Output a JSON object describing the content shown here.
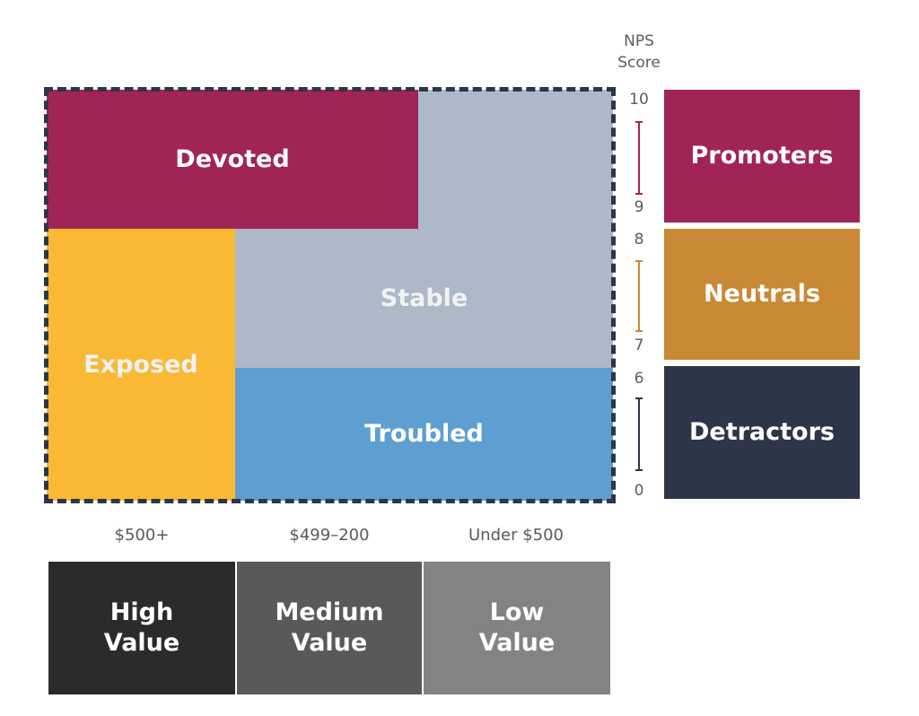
{
  "matrix": {
    "segments": {
      "devoted": "Devoted",
      "stable": "Stable",
      "exposed": "Exposed",
      "troubled": "Troubled"
    }
  },
  "nps_scale": {
    "title": "NPS\nScore",
    "ticks": {
      "t10": "10",
      "t9": "9",
      "t8": "8",
      "t7": "7",
      "t6": "6",
      "t0": "0"
    }
  },
  "nps_categories": {
    "promoters": "Promoters",
    "neutrals": "Neutrals",
    "detractors": "Detractors"
  },
  "spend_tiers": {
    "high_price": "$500+",
    "medium_price": "$499–200",
    "low_price": "Under $500",
    "high_value": "High\nValue",
    "medium_value": "Medium\nValue",
    "low_value": "Low\nValue"
  },
  "colors": {
    "devoted": "#a12456",
    "stable": "#adb8c8",
    "exposed": "#f9b935",
    "troubled": "#5e9fd2",
    "promoters": "#a12456",
    "neutrals": "#c98935",
    "detractors": "#2d3548",
    "high_value": "#2b2b2b",
    "medium_value": "#58595b",
    "low_value": "#828385",
    "dashed_border": "#2d3548"
  }
}
